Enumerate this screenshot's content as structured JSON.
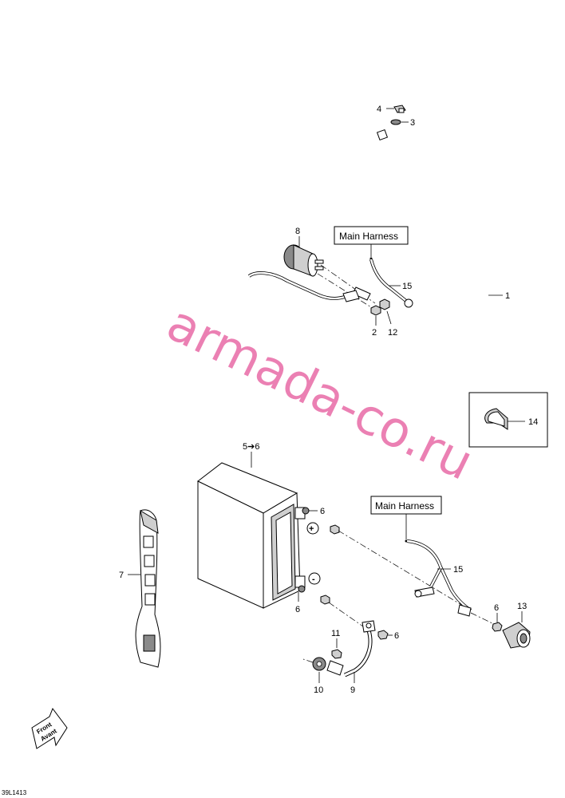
{
  "labels": {
    "main_harness_top": "Main Harness",
    "main_harness_bottom": "Main Harness",
    "battery_plus": "+",
    "battery_minus": "-",
    "front_line1": "Front",
    "front_line2": "Avant",
    "drawing_code": "39L1413",
    "watermark": "armada-co.ru"
  },
  "callouts": {
    "c1": "1",
    "c2": "2",
    "c3": "3",
    "c4": "4",
    "c5": "5➔6",
    "c6a": "6",
    "c6b": "6",
    "c6c": "6",
    "c6d": "6",
    "c7": "7",
    "c8": "8",
    "c9": "9",
    "c10": "10",
    "c11": "11",
    "c12": "12",
    "c13": "13",
    "c14": "14",
    "c15a": "15",
    "c15b": "15"
  }
}
